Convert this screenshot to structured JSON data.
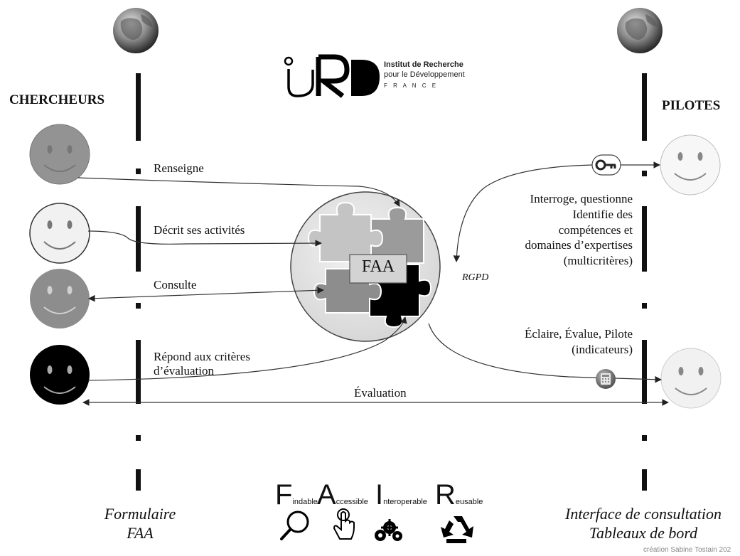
{
  "left_header": "CHERCHEURS",
  "right_header": "PILOTES",
  "logo": {
    "mark": "IRD",
    "line1": "Institut de Recherche",
    "line2": "pour le Développement",
    "line3": "F R A N C E"
  },
  "center_label": "FAA",
  "rgpd_label": "RGPD",
  "left_actions": [
    "Renseigne",
    "Décrit ses activités",
    "Consulte",
    "Répond aux critères",
    "d’évaluation"
  ],
  "right_actions": {
    "query": [
      "Interroge, questionne",
      "Identifie des",
      "compétences et",
      "domaines d’expertises",
      "(multicritères)"
    ],
    "pilot": [
      "Éclaire, Évalue, Pilote",
      "(indicateurs)"
    ]
  },
  "evaluation_label": "Évaluation",
  "bottom_left": [
    "Formulaire",
    "FAA"
  ],
  "bottom_right": [
    "Interface de consultation",
    "Tableaux de bord"
  ],
  "fair": [
    {
      "letter": "F",
      "word": "indable",
      "icon": "magnifier-icon"
    },
    {
      "letter": "A",
      "word": "ccessible",
      "icon": "pointer-hand-icon"
    },
    {
      "letter": "I",
      "word": "nteroperable",
      "icon": "gears-icon"
    },
    {
      "letter": "R",
      "word": "eusable",
      "icon": "recycle-icon"
    }
  ],
  "credit": "création Sabine Tostain 202",
  "colors": {
    "smiley_gray_dark": "#8c8c8c",
    "smiley_gray_mid": "#a9a9a9",
    "smiley_light": "#f4f4f4",
    "smiley_black": "#000000"
  }
}
